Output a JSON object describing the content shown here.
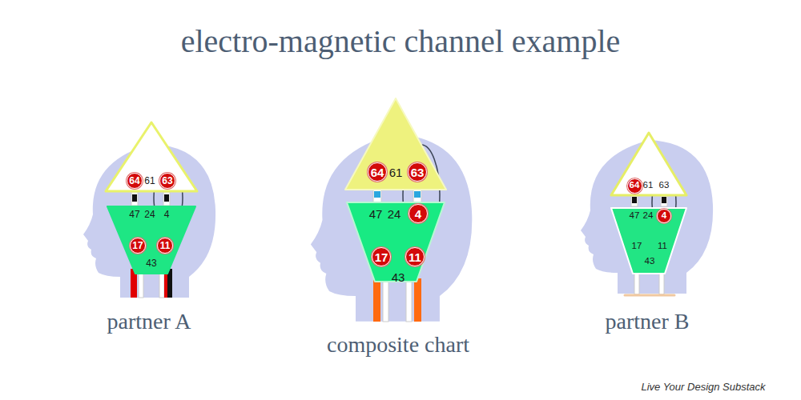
{
  "diagram": {
    "title": "electro-magnetic channel example",
    "nodes": [
      {
        "text": [
          "61"
        ]
      },
      {
        "text": [
          "64"
        ],
        "in": 0
      },
      {
        "text": [
          "63"
        ],
        "in": 0
      },
      {
        "text": [
          "47",
          "24",
          "4",
          "43"
        ]
      },
      {
        "text": [
          "17"
        ],
        "in": 3
      },
      {
        "text": [
          "11"
        ],
        "in": 3
      },
      {
        "text": [
          "61"
        ]
      },
      {
        "text": [
          "64"
        ],
        "in": 6
      },
      {
        "text": [
          "63"
        ],
        "in": 6
      },
      {
        "text": [
          "47",
          "24",
          "43"
        ]
      },
      {
        "text": [
          "4"
        ],
        "in": 9
      },
      {
        "text": [
          "17"
        ],
        "in": 9
      },
      {
        "text": [
          "11"
        ],
        "in": 9
      },
      {
        "text": [
          "61",
          "63"
        ]
      },
      {
        "text": [
          "64"
        ],
        "in": 13
      },
      {
        "text": [
          "47",
          "24",
          "17",
          "11",
          "43"
        ]
      },
      {
        "text": [
          "4"
        ],
        "in": 15
      }
    ],
    "labels": [
      "partner A",
      "composite chart",
      "partner B",
      "Live Your Design Substack"
    ]
  }
}
